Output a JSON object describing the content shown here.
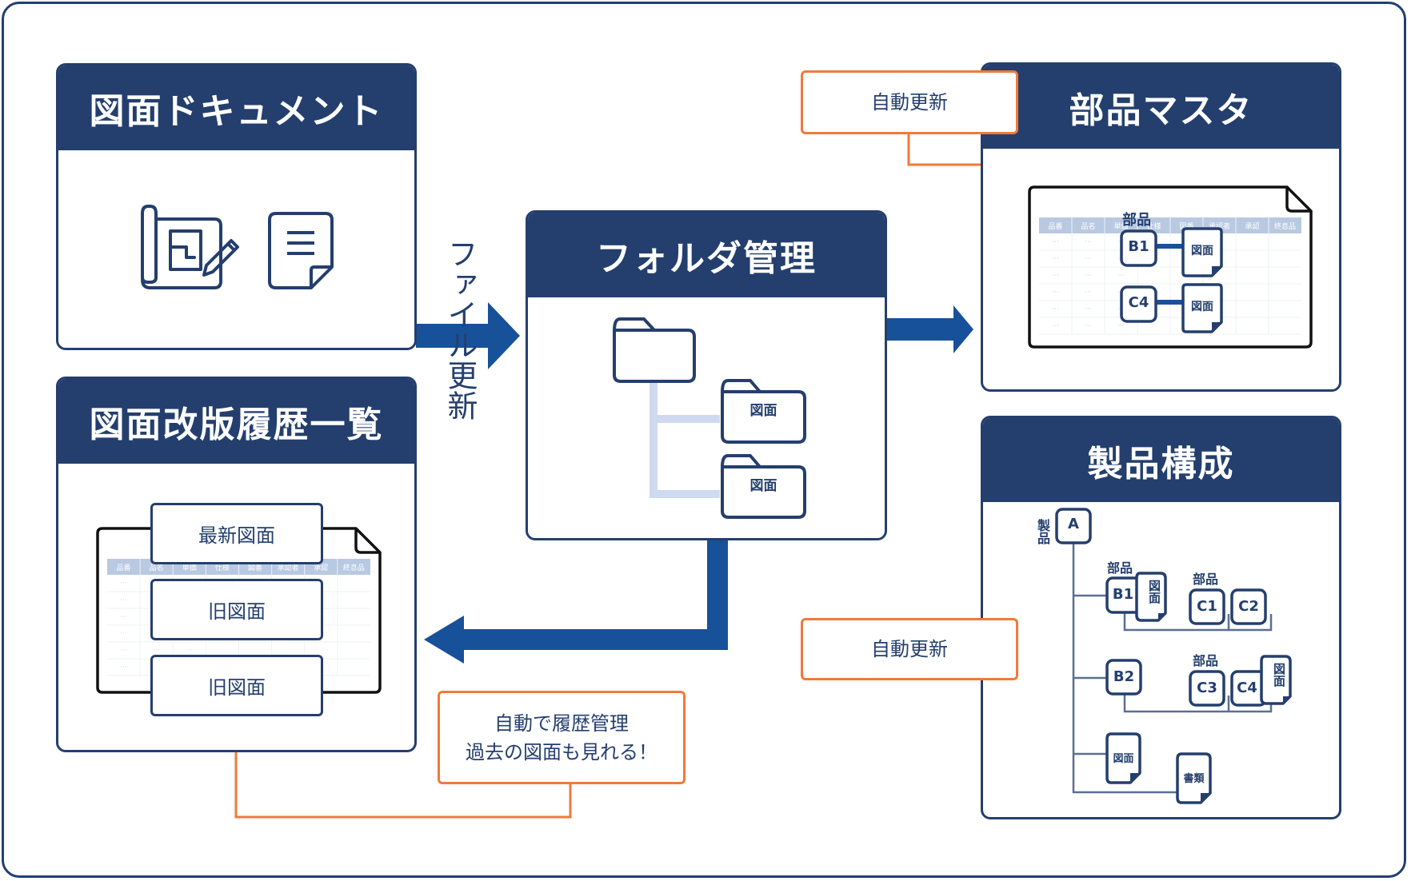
{
  "colors": {
    "navy": "#243f6e",
    "arrow_blue": "#17519a",
    "orange": "#f07a3a",
    "table_header": "#b9c9e2",
    "tree_line_light": "#cfd9f0"
  },
  "panels": {
    "drawing_docs": {
      "title": "図面ドキュメント",
      "icons": [
        "blueprint-pencil-icon",
        "document-icon"
      ]
    },
    "revision_history": {
      "title": "図面改版履歴一覧",
      "cards": [
        "最新図面",
        "旧図面",
        "旧図面"
      ]
    },
    "folder_mgmt": {
      "title": "フォルダ管理",
      "subfolders": [
        "図面",
        "図面"
      ]
    },
    "parts_master": {
      "title": "部品マスタ",
      "label": "部品",
      "rows": [
        {
          "part": "B1",
          "doc": "図面"
        },
        {
          "part": "C4",
          "doc": "図面"
        }
      ]
    },
    "product_structure": {
      "title": "製品構成",
      "product_label": "製品",
      "product": "A",
      "parts_label": "部品",
      "b1": "B1",
      "b2": "B2",
      "c1": "C1",
      "c2": "C2",
      "c3": "C3",
      "c4": "C4",
      "doc_vertical": "図面",
      "doc": "図面",
      "docs": "書類"
    }
  },
  "table": {
    "headers": [
      "品番",
      "品名",
      "単価",
      "仕様",
      "図番",
      "承認者",
      "承認",
      "終息品"
    ],
    "cell_placeholder": "···"
  },
  "arrows": {
    "file_update": "ファイル更新"
  },
  "callouts": {
    "auto_update_top": "自動更新",
    "auto_update_bottom": "自動更新",
    "history_line1": "自動で履歴管理",
    "history_line2": "過去の図面も見れる！"
  }
}
